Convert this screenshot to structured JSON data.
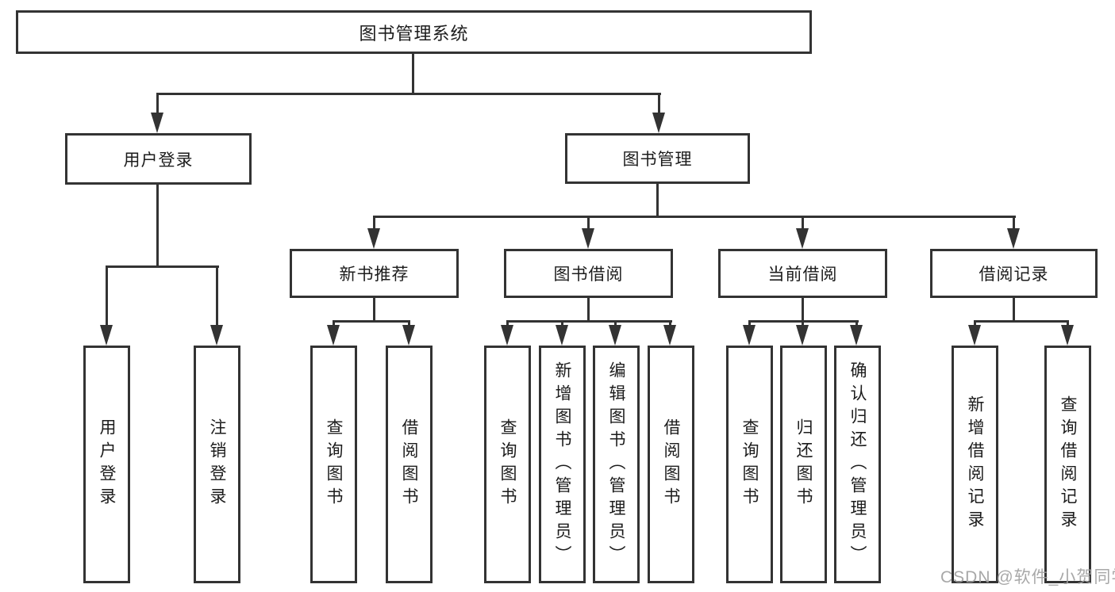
{
  "nodes": {
    "root": "图书管理系统",
    "l2": [
      "用户登录",
      "图书管理"
    ],
    "l3": [
      "新书推荐",
      "图书借阅",
      "当前借阅",
      "借阅记录"
    ],
    "leaves": [
      "用户登录",
      "注销登录",
      "查询图书",
      "借阅图书",
      "查询图书",
      "新增图书（管理员）",
      "编辑图书（管理员）",
      "借阅图书",
      "查询图书",
      "归还图书",
      "确认归还（管理员）",
      "新增借阅记录",
      "查询借阅记录"
    ]
  },
  "hierarchy": {
    "图书管理系统": [
      "用户登录",
      "图书管理"
    ],
    "用户登录": [
      "用户登录",
      "注销登录"
    ],
    "图书管理": [
      "新书推荐",
      "图书借阅",
      "当前借阅",
      "借阅记录"
    ],
    "新书推荐": [
      "查询图书",
      "借阅图书"
    ],
    "图书借阅": [
      "查询图书",
      "新增图书（管理员）",
      "编辑图书（管理员）",
      "借阅图书"
    ],
    "当前借阅": [
      "查询图书",
      "归还图书",
      "确认归还（管理员）"
    ],
    "借阅记录": [
      "新增借阅记录",
      "查询借阅记录"
    ]
  },
  "watermark": "CSDN @软件_小贺同学",
  "colors": {
    "line": "#333333",
    "text": "#1c1c1c",
    "background": "#ffffff",
    "watermark": "#9e9e9e"
  }
}
